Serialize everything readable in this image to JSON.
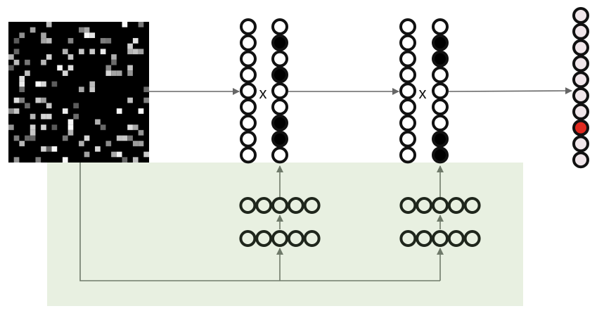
{
  "diagram": {
    "input_image": {
      "icon": "noise-image-icon",
      "background_color": "#000000",
      "pixel_grid": 26
    },
    "gating_panel": {
      "color": "#e8f0e1"
    },
    "layers": [
      {
        "name": "layer-1",
        "hidden_units": 9,
        "mask_units": 9,
        "mask_pattern": [
          0,
          1,
          0,
          1,
          0,
          0,
          1,
          1,
          0
        ],
        "operator": "x",
        "gate_rows": [
          5,
          5
        ]
      },
      {
        "name": "layer-2",
        "hidden_units": 9,
        "mask_units": 9,
        "mask_pattern": [
          0,
          1,
          1,
          0,
          0,
          0,
          0,
          1,
          1
        ],
        "operator": "x",
        "gate_rows": [
          5,
          5
        ]
      }
    ],
    "output": {
      "units": 10,
      "active_index": 7,
      "unit_color": "#f0e6ea",
      "active_color": "#e02a20"
    },
    "colors": {
      "arrow": "#666666",
      "gate_arrow": "#6f7a6a",
      "gate_node_stroke": "#1f261c",
      "node_stroke": "#111111",
      "filled_node": "#000000"
    }
  }
}
